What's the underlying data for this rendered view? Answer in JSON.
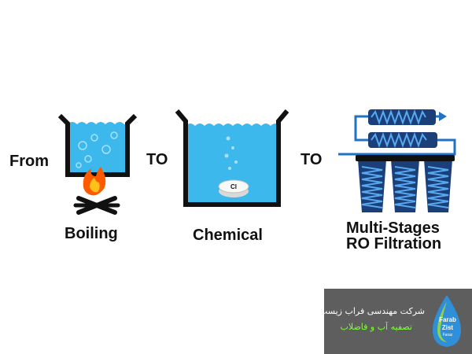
{
  "steps": [
    {
      "label": "From"
    },
    {
      "label": "Boiling"
    },
    {
      "label": "TO"
    },
    {
      "label": "Chemical"
    },
    {
      "label": "TO"
    },
    {
      "label": "Multi-Stages",
      "label2": "RO Filtration"
    }
  ],
  "chem_tablet": "Cl",
  "watermark": {
    "company": "شرکت مهندسی فراب زیست فراز",
    "tagline": "تصفیه آب و فاضلاب",
    "logo_text": [
      "Farab",
      "Zist",
      "Faraz"
    ]
  },
  "colors": {
    "water": "#3cb8ec",
    "outline": "#111111",
    "filter": "#1f73c4",
    "flame": "#ff5a00",
    "watermark_bg": "#5e5e5e",
    "tagline": "#7dff3a"
  }
}
